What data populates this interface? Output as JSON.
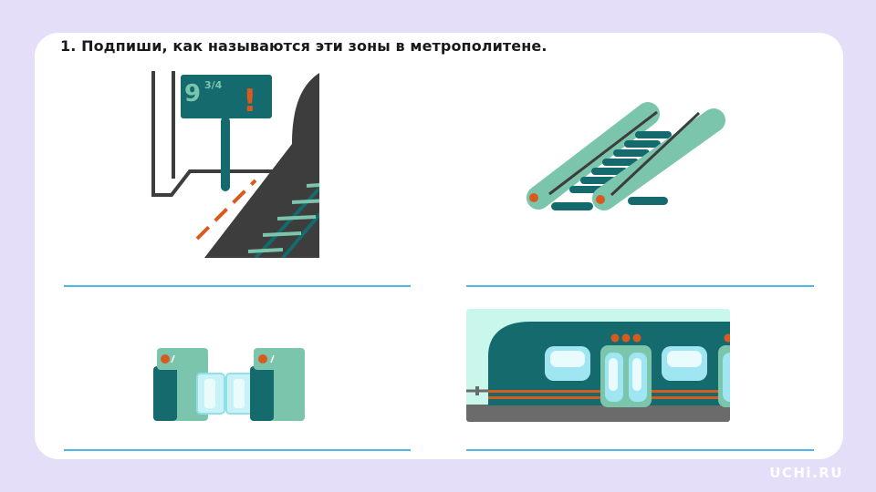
{
  "task": {
    "title": "1. Подпиши, как называются эти зоны в метрополитене."
  },
  "illustrations": {
    "platform": {
      "sign_number": "9",
      "sign_fraction": "3/4",
      "sign_mark": "!"
    },
    "escalator": {},
    "turnstiles": {},
    "train": {}
  },
  "brand": {
    "logo_text": "UCHi.RU"
  },
  "colors": {
    "background": "#e4def8",
    "card": "#ffffff",
    "dark_teal": "#156a6e",
    "mint": "#7cc5ad",
    "orange": "#d95a1e",
    "dark_gray": "#3d3d3d",
    "answer_line": "#4fb6e8"
  }
}
